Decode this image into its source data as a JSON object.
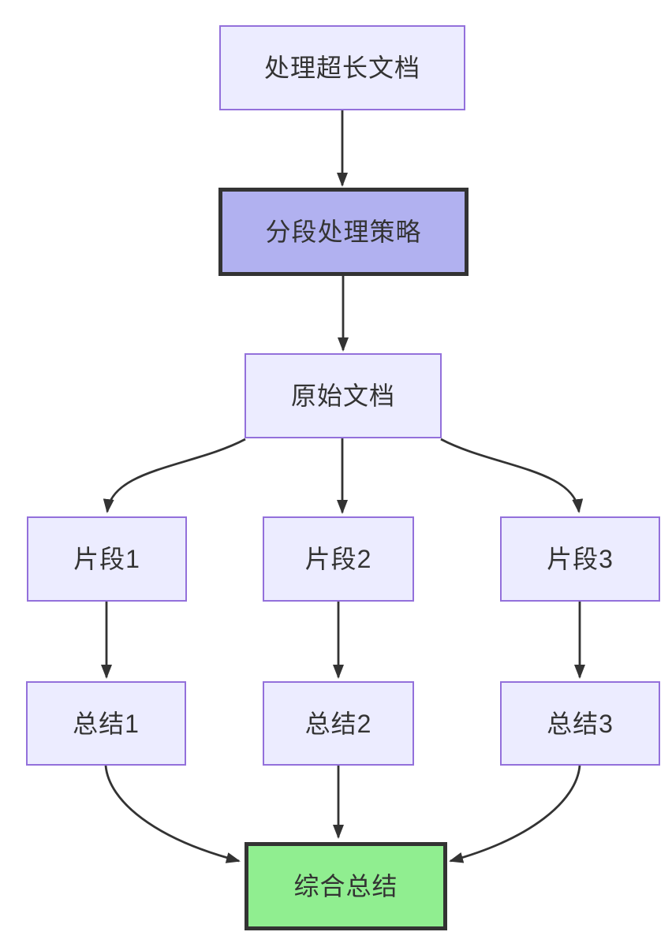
{
  "diagram": {
    "type": "flowchart",
    "direction": "top-down",
    "nodes": {
      "start": {
        "label": "处理超长文档",
        "style": "default"
      },
      "strategy": {
        "label": "分段处理策略",
        "style": "highlight"
      },
      "source": {
        "label": "原始文档",
        "style": "default"
      },
      "frag1": {
        "label": "片段1",
        "style": "default"
      },
      "frag2": {
        "label": "片段2",
        "style": "default"
      },
      "frag3": {
        "label": "片段3",
        "style": "default"
      },
      "sum1": {
        "label": "总结1",
        "style": "default"
      },
      "sum2": {
        "label": "总结2",
        "style": "default"
      },
      "sum3": {
        "label": "总结3",
        "style": "default"
      },
      "final": {
        "label": "综合总结",
        "style": "success"
      }
    },
    "edges": [
      {
        "from": "处理超长文档",
        "to": "分段处理策略"
      },
      {
        "from": "分段处理策略",
        "to": "原始文档"
      },
      {
        "from": "原始文档",
        "to": "片段1"
      },
      {
        "from": "原始文档",
        "to": "片段2"
      },
      {
        "from": "原始文档",
        "to": "片段3"
      },
      {
        "from": "片段1",
        "to": "总结1"
      },
      {
        "from": "片段2",
        "to": "总结2"
      },
      {
        "from": "片段3",
        "to": "总结3"
      },
      {
        "from": "总结1",
        "to": "综合总结"
      },
      {
        "from": "总结2",
        "to": "综合总结"
      },
      {
        "from": "总结3",
        "to": "综合总结"
      }
    ],
    "colors": {
      "bg": "#ffffff",
      "node_fill": "#ECECFF",
      "node_border": "#9370DB",
      "highlight_fill": "#b1b1f0",
      "success_fill": "#90EE90",
      "dark_border": "#333333",
      "edge": "#333333",
      "text": "#333333"
    }
  }
}
